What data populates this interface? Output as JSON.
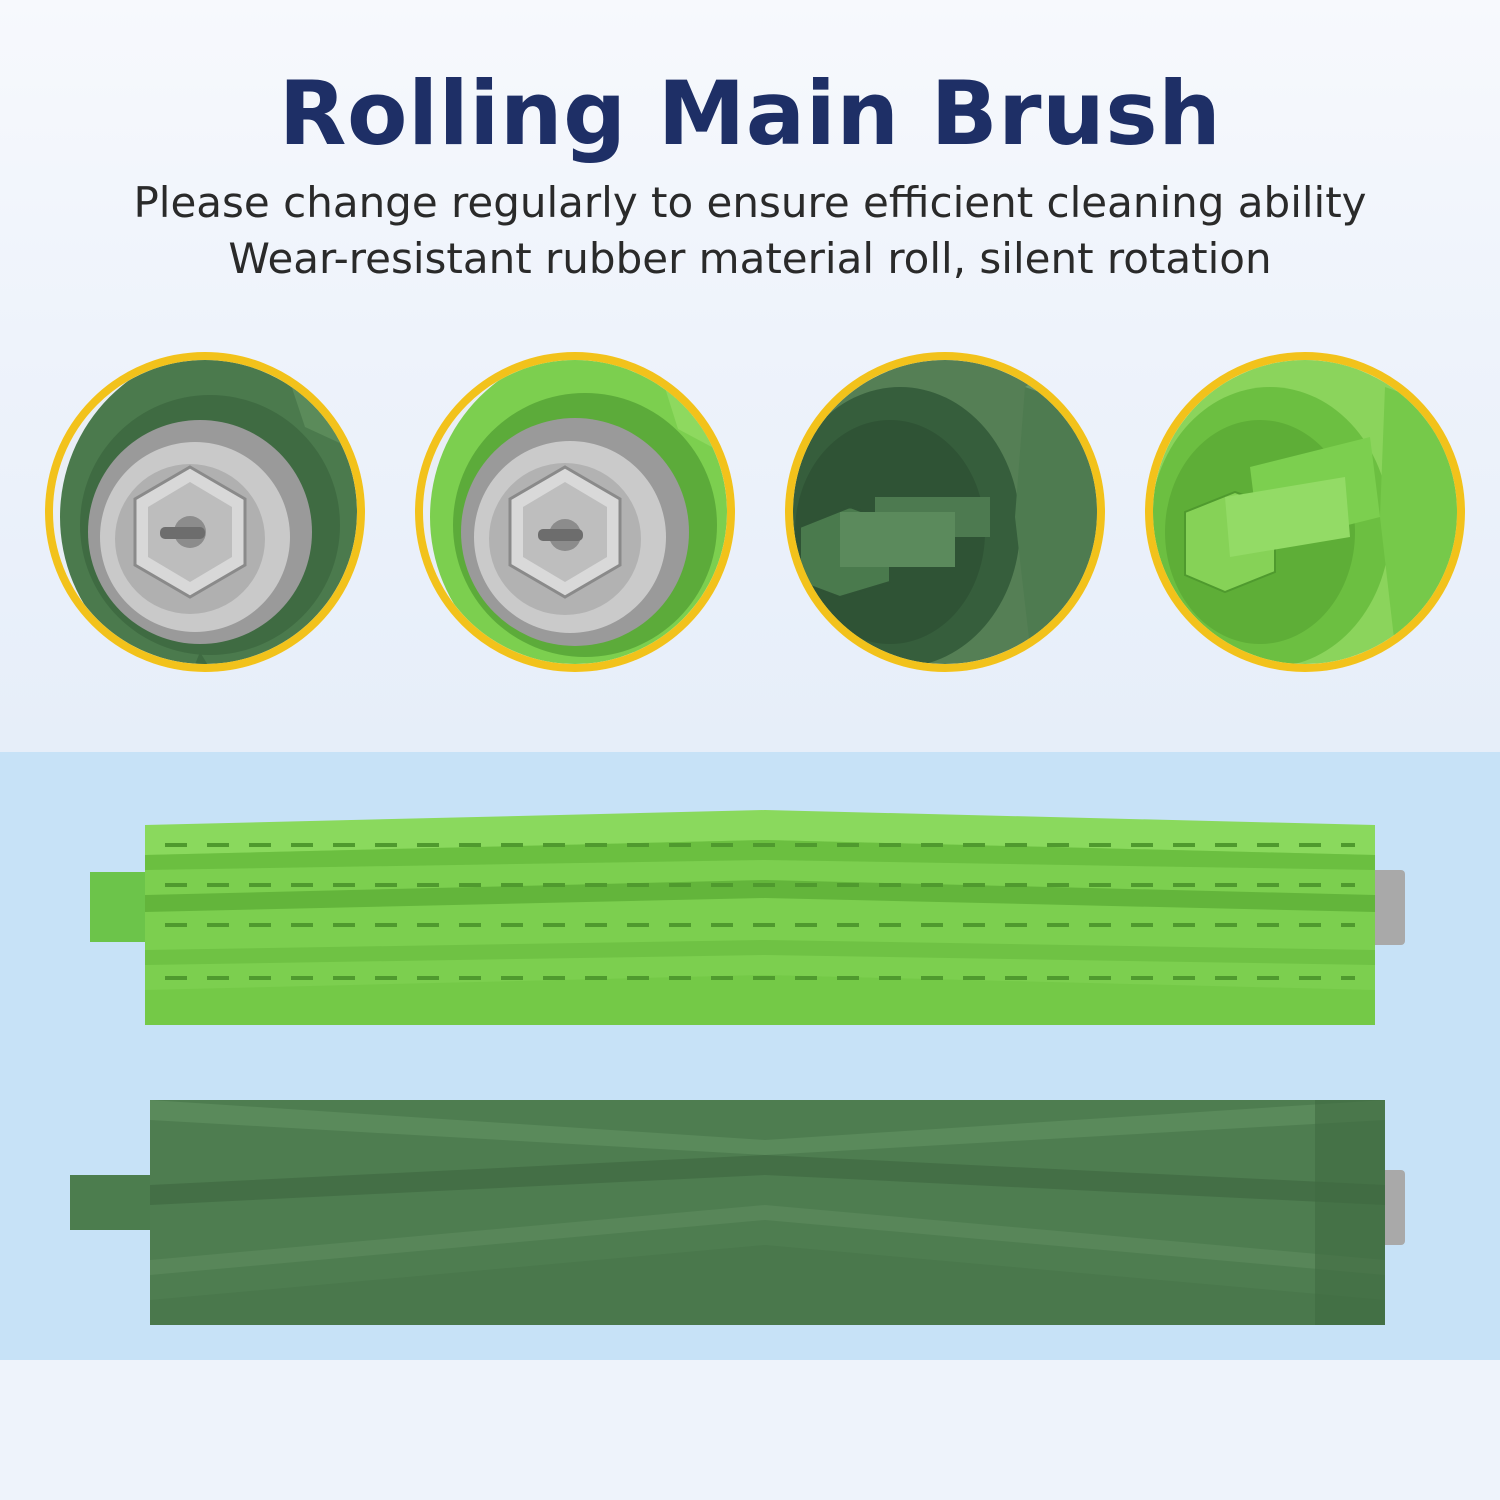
{
  "header": {
    "title": "Rolling Main Brush",
    "subtitle_line1": "Please change regularly to ensure efficient cleaning ability",
    "subtitle_line2": "Wear-resistant rubber material roll, silent rotation"
  },
  "colors": {
    "title": "#1e2f66",
    "ring": "#f2c21b",
    "light_green": "#7ccf4f",
    "dark_green": "#4f7f4f",
    "metal": "#b3b3b3",
    "band": "#c7e2f7"
  },
  "detail_views": [
    {
      "icon": "dark-green-roller-end-hex-nut-icon"
    },
    {
      "icon": "light-green-roller-end-hex-nut-icon"
    },
    {
      "icon": "dark-green-roller-hex-shaft-icon"
    },
    {
      "icon": "light-green-roller-hex-shaft-icon"
    }
  ],
  "rollers": [
    {
      "icon": "light-green-rolling-brush-icon"
    },
    {
      "icon": "dark-green-rolling-brush-icon"
    }
  ]
}
